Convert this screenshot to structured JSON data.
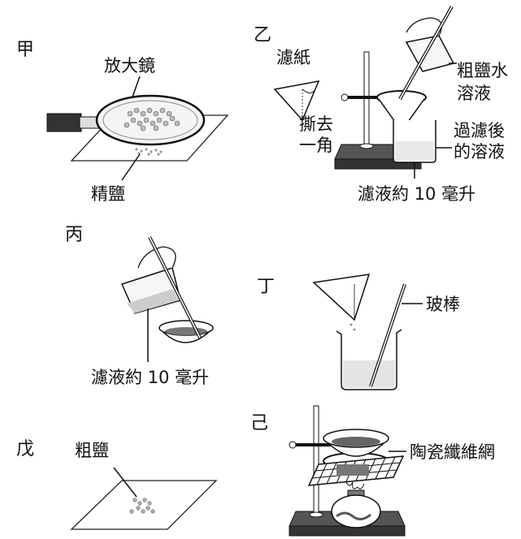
{
  "panels": {
    "jia": {
      "tag": "甲",
      "magnifier_label": "放大鏡",
      "salt_label": "精鹽"
    },
    "yi": {
      "tag": "乙",
      "filter_paper_label": "濾紙",
      "tear_corner_label_1": "撕去",
      "tear_corner_label_2": "一角",
      "solution_label_1": "粗鹽水",
      "solution_label_2": "溶液",
      "filtrate_label_1": "過濾後",
      "filtrate_label_2": "的溶液",
      "volume_label": "濾液約 10 毫升"
    },
    "bing": {
      "tag": "丙",
      "volume_label": "濾液約 10 毫升"
    },
    "ding": {
      "tag": "丁",
      "rod_label": "玻棒"
    },
    "wu": {
      "tag": "戊",
      "salt_label": "粗鹽"
    },
    "ji": {
      "tag": "己",
      "gauze_label": "陶瓷纖維網"
    }
  }
}
